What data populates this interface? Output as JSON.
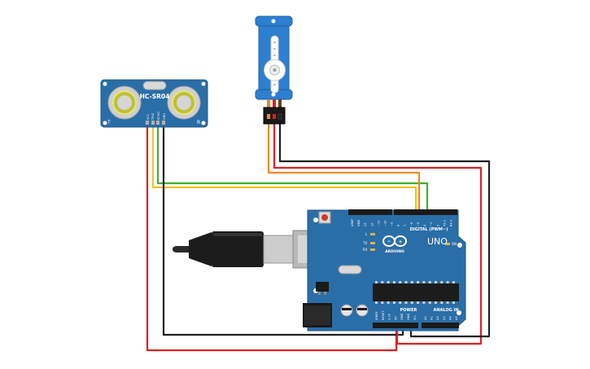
{
  "sensor": {
    "model": "HC-SR04",
    "corner_left": "T",
    "corner_right": "R",
    "pins": [
      "VCC",
      "TRIG",
      "ECHO",
      "GND"
    ]
  },
  "arduino": {
    "brand": "ARDUINO",
    "model": "UNO",
    "digital_header": "DIGITAL (PWM~)",
    "power_header": "POWER",
    "analog_header": "ANALOG IN",
    "digital_pins": [
      "AREF",
      "GND",
      "13",
      "12",
      "~11",
      "~10",
      "~9",
      "8",
      "7",
      "~6",
      "~5",
      "4",
      "~3",
      "2",
      "TX 1",
      "RX 0"
    ],
    "power_pins": [
      "IOREF",
      "RESET",
      "3.3V",
      "5V",
      "GND",
      "GND",
      "Vin"
    ],
    "analog_pins": [
      "A0",
      "A1",
      "A2",
      "A3",
      "A4",
      "A5"
    ],
    "leds": [
      "L",
      "TX",
      "RX"
    ],
    "on_led": "ON"
  },
  "wires": [
    {
      "name": "trig-to-pin7",
      "color": "#f2c21b"
    },
    {
      "name": "echo-to-pin6",
      "color": "#3fb02f"
    },
    {
      "name": "vcc-to-5v",
      "color": "#e02020"
    },
    {
      "name": "gnd-to-gnd",
      "color": "#202020"
    },
    {
      "name": "servo-signal-to-pin5",
      "color": "#f08a1c"
    },
    {
      "name": "servo-power-to-5v",
      "color": "#e02020"
    },
    {
      "name": "servo-ground-to-gnd",
      "color": "#202020"
    }
  ],
  "colors": {
    "board": "#2a6ea8",
    "board_dark": "#1d5688",
    "servo_body": "#2d7fd0",
    "sensor_board": "#2a6ea8"
  }
}
